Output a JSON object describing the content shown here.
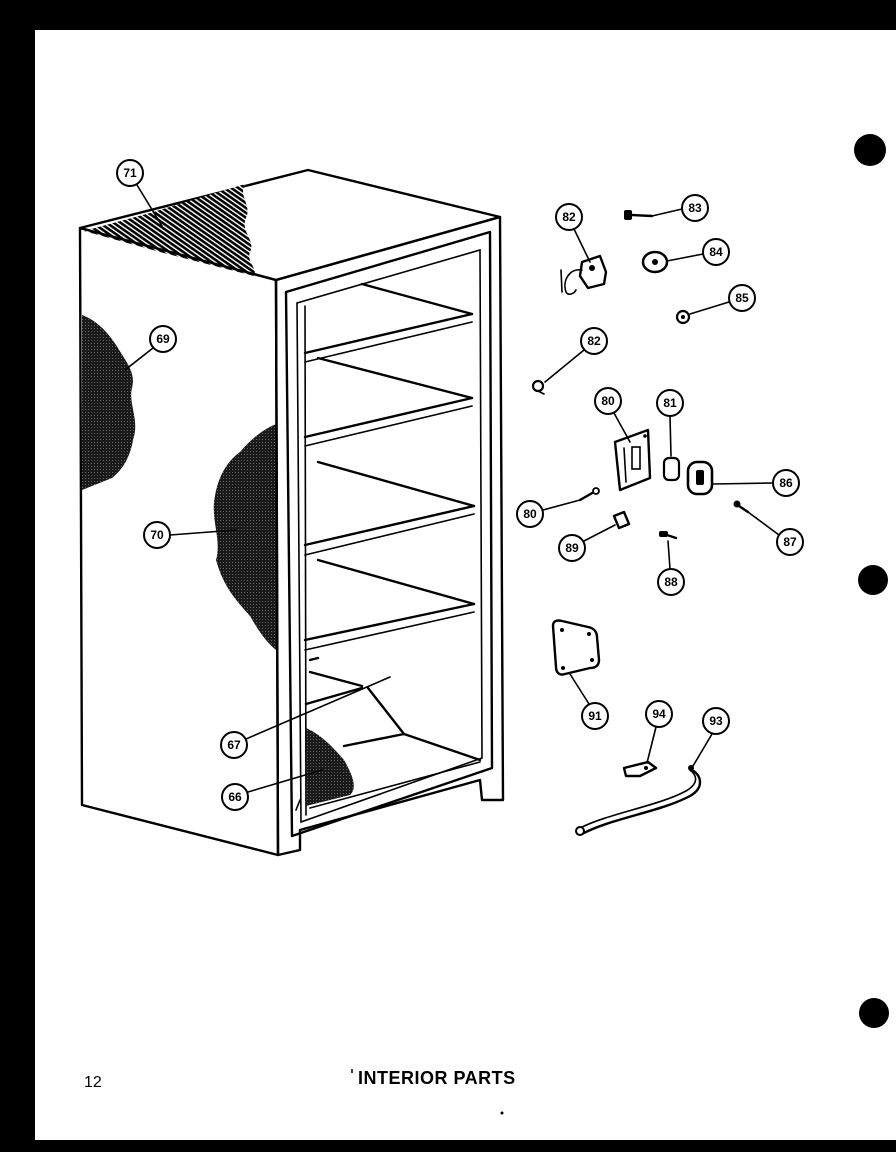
{
  "page_number": "12",
  "title": "INTERIOR PARTS",
  "colors": {
    "ink": "#000000",
    "paper": "#ffffff",
    "scan_border": "#000000"
  },
  "callouts": [
    {
      "label": "71"
    },
    {
      "label": "69"
    },
    {
      "label": "70"
    },
    {
      "label": "67"
    },
    {
      "label": "66"
    },
    {
      "label": "82"
    },
    {
      "label": "83"
    },
    {
      "label": "84"
    },
    {
      "label": "85"
    },
    {
      "label": "82"
    },
    {
      "label": "80"
    },
    {
      "label": "81"
    },
    {
      "label": "86"
    },
    {
      "label": "87"
    },
    {
      "label": "80"
    },
    {
      "label": "89"
    },
    {
      "label": "88"
    },
    {
      "label": "91"
    },
    {
      "label": "94"
    },
    {
      "label": "93"
    }
  ]
}
